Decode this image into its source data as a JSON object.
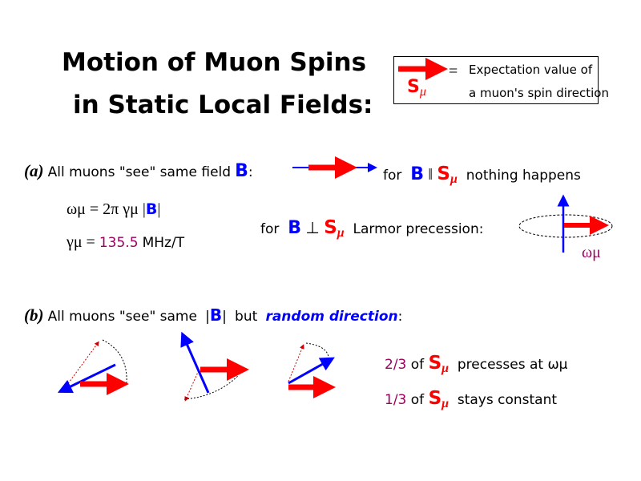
{
  "title": {
    "line1": "Motion of Muon Spins",
    "line2": "in Static Local Fields:"
  },
  "legend": {
    "symbol_S": "S",
    "symbol_mu": "μ",
    "equals": "=",
    "text1": "Expectation value of",
    "text2": "a muon's spin direction"
  },
  "section_a": {
    "label": "(a)",
    "text": "All muons \"see\" same field",
    "field_symbol": "B",
    "colon": ":",
    "parallel_for": "for",
    "parallel_B": "B",
    "parallel_op": "‖",
    "parallel_S": "S",
    "parallel_mu": "μ",
    "parallel_result": "nothing happens",
    "perp_for": "for",
    "perp_B": "B",
    "perp_op": "⊥",
    "perp_S": "S",
    "perp_mu": "μ",
    "perp_result": "Larmor precession:",
    "omega_label": "ωμ",
    "formula_lhs": "ωμ = 2π γμ |",
    "formula_B": "B",
    "formula_rhs": "|",
    "gamma_lhs": "γμ = ",
    "gamma_value": "135.5",
    "gamma_unit": "MHz/T"
  },
  "section_b": {
    "label": "(b)",
    "text": "All muons \"see\" same",
    "field_left": "|",
    "field_B": "B",
    "field_right": "|",
    "but": "but",
    "random": "random direction",
    "colon": ":",
    "line1_frac": "2/3",
    "line1_of": "of",
    "line1_S": "S",
    "line1_mu": "μ",
    "line1_text": "precesses at ωμ",
    "line2_frac": "1/3",
    "line2_of": "of",
    "line2_S": "S",
    "line2_mu": "μ",
    "line2_text": "stays constant"
  },
  "colors": {
    "spin_arrow": "#ff0000",
    "field_arrow": "#0000ff",
    "highlight": "#9b005f",
    "dark_red": "#cc0000"
  }
}
